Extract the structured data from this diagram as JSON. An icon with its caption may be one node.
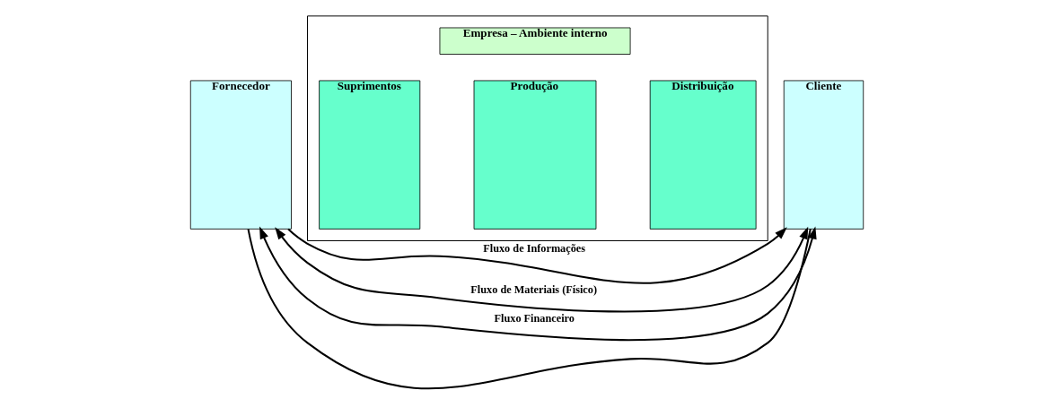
{
  "diagram": {
    "nodes": [
      {
        "text": [
          "Fornecedor"
        ]
      },
      {
        "text": [],
        "shape": "box"
      },
      {
        "text": [
          "Empresa – Ambiente interno"
        ],
        "in": 1
      },
      {
        "text": [
          "Suprimentos"
        ],
        "in": 1
      },
      {
        "text": [
          "Produção"
        ],
        "in": 1
      },
      {
        "text": [
          "Distribuição"
        ],
        "in": 1
      },
      {
        "text": [
          "Cliente"
        ]
      }
    ],
    "edges": [
      {
        "from": 6,
        "to": 0,
        "arrow": "none"
      },
      {
        "from": 0,
        "to": 6,
        "arrow": "to",
        "label": "Fluxo de Informações"
      },
      {
        "from": 0,
        "to": 6,
        "arrow": "both",
        "label": "Fluxo de Materiais (Físico)"
      },
      {
        "from": 0,
        "to": 6,
        "arrow": "both",
        "label": "Fluxo Financeiro"
      }
    ]
  }
}
